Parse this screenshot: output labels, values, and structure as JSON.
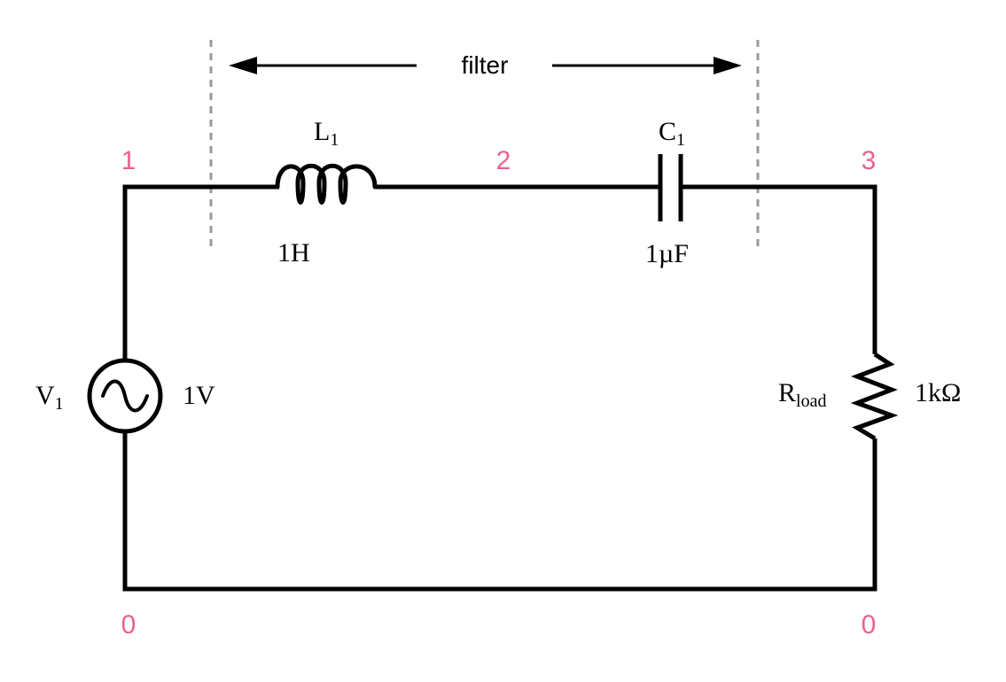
{
  "filter_label": "filter",
  "nodes": {
    "n1": "1",
    "n2": "2",
    "n3": "3",
    "n0_left": "0",
    "n0_right": "0"
  },
  "components": {
    "inductor": {
      "name": "L",
      "sub": "1",
      "value": "1H"
    },
    "capacitor": {
      "name": "C",
      "sub": "1",
      "value": "1µF"
    },
    "source": {
      "name": "V",
      "sub": "1",
      "value": "1V"
    },
    "resistor": {
      "name": "R",
      "sub": "load",
      "value": "1kΩ"
    }
  },
  "colors": {
    "wire": "#000000",
    "node_label": "#e8648a",
    "filter_boundary": "#999999"
  }
}
